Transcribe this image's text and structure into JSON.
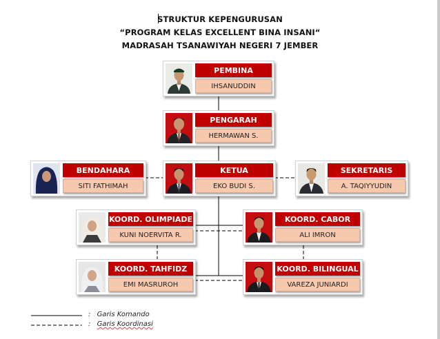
{
  "title": {
    "line1": "STRUKTUR KEPENGURUSAN",
    "line2": "“PROGRAM KELAS EXCELLENT BINA INSANI“",
    "line3": "MADRASAH TSANAWIYAH NEGERI 7 JEMBER"
  },
  "members": {
    "pembina": {
      "role": "PEMBINA",
      "name": "IHSANUDDIN"
    },
    "pengarah": {
      "role": "PENGARAH",
      "name": "HERMAWAN S."
    },
    "bendahara": {
      "role": "BENDAHARA",
      "name": "SITI FATHIMAH"
    },
    "ketua": {
      "role": "KETUA",
      "name": "EKO BUDI S."
    },
    "sekretaris": {
      "role": "SEKRETARIS",
      "name": "A. TAQIYYUDIN"
    },
    "olimpiade": {
      "role": "KOORD. OLIMPIADE",
      "name": "KUNI NOERVITA R."
    },
    "cabor": {
      "role": "KOORD. CABOR",
      "name": "ALI IMRON"
    },
    "tahfidz": {
      "role": "KOORD. TAHFIDZ",
      "name": "EMI MASRUROH"
    },
    "bilingual": {
      "role": "KOORD. BILINGUAL",
      "name": "VAREZA JUNIARDI"
    }
  },
  "legend": {
    "command_sep": ":",
    "command_label": "Garis Komando",
    "coordination_sep": ":",
    "coordination_label": "Garis Koordinasi"
  },
  "colors": {
    "role_header": "#c00000",
    "name_box": "#f6c9ae",
    "photo_background": "#c40d10"
  }
}
